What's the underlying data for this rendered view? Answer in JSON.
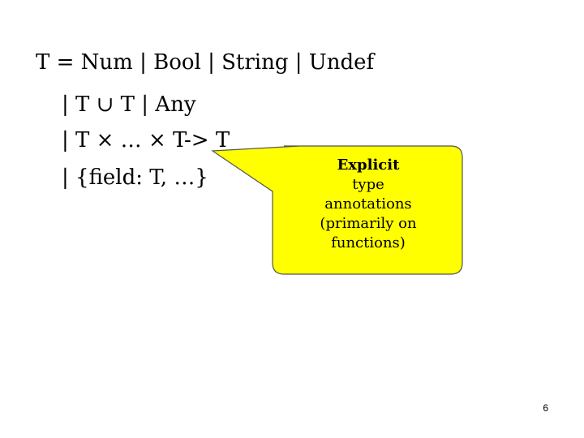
{
  "grammar": {
    "lines": [
      "T = Num | Bool | String | Undef",
      "| T ∪ T | Any",
      "| T × … × T-> T",
      "| {field: T, …}"
    ]
  },
  "callout": {
    "title": "Explicit",
    "body": "type\nannotations\n(primarily on\nfunctions)",
    "fill_color": "#ffff00"
  },
  "page_number": "6"
}
